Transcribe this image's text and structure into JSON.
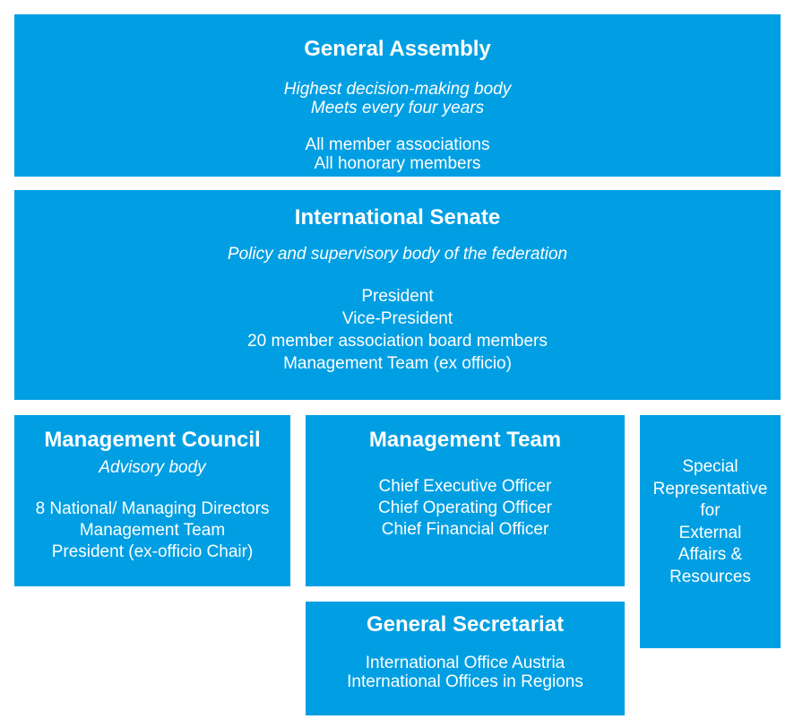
{
  "general_assembly": {
    "title": "General Assembly",
    "subtitles": [
      "Highest decision-making body",
      "Meets every four years"
    ],
    "members": [
      "All member associations",
      "All honorary members"
    ]
  },
  "international_senate": {
    "title": "International Senate",
    "subtitle": "Policy and supervisory body of the federation",
    "members": [
      "President",
      "Vice-President",
      "20 member association board members",
      "Management Team (ex officio)"
    ]
  },
  "management_council": {
    "title": "Management Council",
    "subtitle": "Advisory body",
    "members": [
      "8 National/ Managing Directors",
      "Management Team",
      "President (ex-officio Chair)"
    ]
  },
  "management_team": {
    "title": "Management Team",
    "members": [
      "Chief Executive Officer",
      "Chief Operating Officer",
      "Chief Financial Officer"
    ]
  },
  "special_representative": {
    "lines": [
      "Special",
      "Representative",
      "for",
      "External",
      "Affairs &",
      "Resources"
    ]
  },
  "general_secretariat": {
    "title": "General Secretariat",
    "members": [
      "International Office Austria",
      "International Offices in Regions"
    ]
  },
  "colors": {
    "box_fill": "#009fe3",
    "text": "#ffffff",
    "background": "#ffffff"
  }
}
